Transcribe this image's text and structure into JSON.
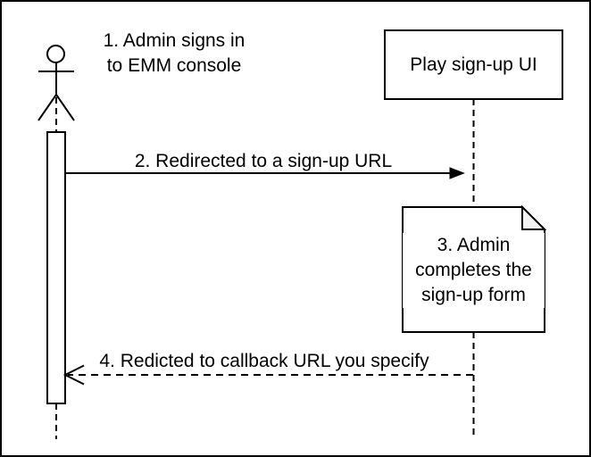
{
  "colors": {
    "stroke": "#000000",
    "background": "#ffffff",
    "note_fill": "#ffffff",
    "note_fold_fill": "#f2f2f2"
  },
  "participant_box": {
    "label": "Play sign-up UI"
  },
  "note": {
    "line1": "3. Admin",
    "line2": "completes the",
    "line3": "sign-up form"
  },
  "messages": {
    "step1": {
      "line1": "1. Admin signs in",
      "line2": "to EMM console"
    },
    "step2": {
      "label": "2. Redirected to a sign-up URL"
    },
    "step4": {
      "label": "4. Redicted to callback URL you specify"
    }
  }
}
